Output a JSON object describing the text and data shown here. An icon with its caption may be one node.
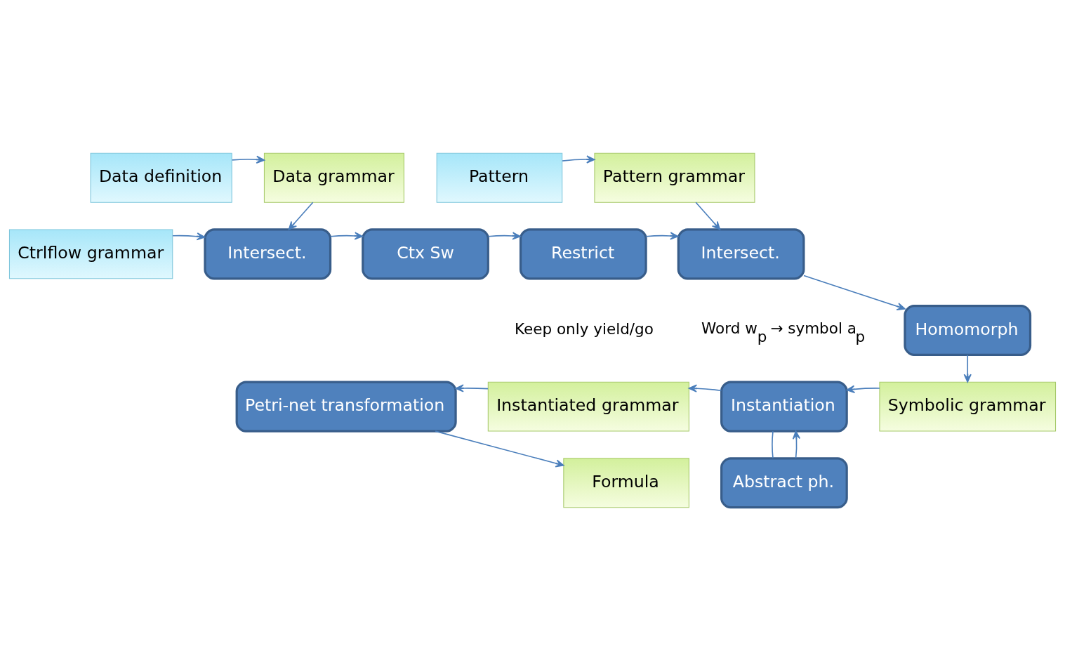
{
  "diagram": {
    "nodes": [
      {
        "text": [
          "Data definition"
        ]
      },
      {
        "text": [
          "Data grammar"
        ]
      },
      {
        "text": [
          "Pattern"
        ]
      },
      {
        "text": [
          "Pattern grammar"
        ]
      },
      {
        "text": [
          "Ctrlflow grammar"
        ]
      },
      {
        "text": [
          "Intersect."
        ]
      },
      {
        "text": [
          "Ctx Sw"
        ]
      },
      {
        "text": [
          "Restrict"
        ],
        "beside": [
          "Keep only yield/go"
        ]
      },
      {
        "text": [
          "Intersect."
        ]
      },
      {
        "text": [
          "Homomorph"
        ],
        "beside": [
          "Word w$_{p}$ → symbol a$_{p}$"
        ]
      },
      {
        "text": [
          "Petri-net transformation"
        ]
      },
      {
        "text": [
          "Instantiated grammar"
        ]
      },
      {
        "text": [
          "Instantiation"
        ]
      },
      {
        "text": [
          "Symbolic grammar"
        ]
      },
      {
        "text": [
          "Formula"
        ]
      },
      {
        "text": [
          "Abstract ph."
        ]
      }
    ],
    "edges": [
      {
        "from": 0,
        "to": 1,
        "arrow": "to"
      },
      {
        "from": 2,
        "to": 3,
        "arrow": "to"
      },
      {
        "from": 1,
        "to": 5,
        "arrow": "to"
      },
      {
        "from": 3,
        "to": 8,
        "arrow": "to"
      },
      {
        "from": 4,
        "to": 5,
        "arrow": "to"
      },
      {
        "from": 5,
        "to": 6,
        "arrow": "to"
      },
      {
        "from": 6,
        "to": 7,
        "arrow": "to"
      },
      {
        "from": 7,
        "to": 8,
        "arrow": "to"
      },
      {
        "from": 8,
        "to": 9,
        "arrow": "to"
      },
      {
        "from": 9,
        "to": 13,
        "arrow": "to"
      },
      {
        "from": 13,
        "to": 12,
        "arrow": "to"
      },
      {
        "from": 12,
        "to": 11,
        "arrow": "to"
      },
      {
        "from": 11,
        "to": 10,
        "arrow": "to"
      },
      {
        "from": 10,
        "to": 14,
        "arrow": "to"
      },
      {
        "from": 12,
        "to": 15,
        "arrow": "none"
      },
      {
        "from": 15,
        "to": 12,
        "arrow": "to"
      }
    ]
  }
}
